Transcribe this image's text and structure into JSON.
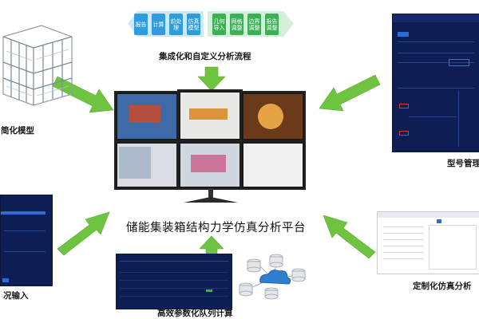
{
  "flow_steps_left": [
    "报告",
    "计算",
    "前处理",
    "仿真模型"
  ],
  "flow_steps_right": [
    "几何导入",
    "网格调整",
    "边界调整",
    "报告调整"
  ],
  "colors": {
    "flow_blue": "#2f9ddb",
    "flow_green": "#3cb054",
    "arrow_green": "#6ec43f",
    "panel_navy": "#0d1e55"
  },
  "labels": {
    "flow_title": "集成化和自定义分析流程",
    "simplified_model": "简化模型",
    "model_management": "型号管理",
    "condition_input": "况输入",
    "custom_simulation": "定制化仿真分析",
    "batch_compute": "高效参数化队列计算",
    "platform_title": "储能集装箱结构力学仿真分析平台"
  }
}
